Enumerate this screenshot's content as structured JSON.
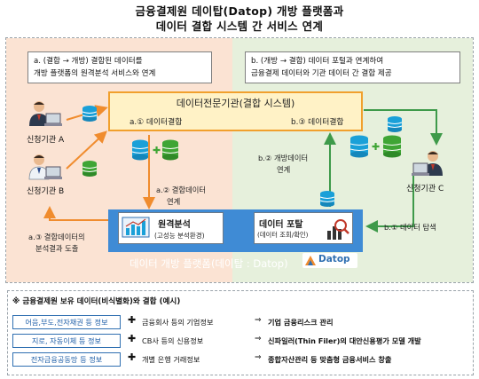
{
  "title": {
    "line1": "금융결제원 데이탑(Datop) 개방 플랫폼과",
    "line2": "데이터 결합 시스템 간 서비스 연계"
  },
  "left_panel": {
    "note_line1": "a. (결합 → 개방) 결합된 데이터를",
    "note_line2": "개방 플랫폼의 원격분석 서비스와 연계"
  },
  "right_panel": {
    "note_line1": "b. (개방 → 결합) 데이터 포털과 연계하여",
    "note_line2": "금융결제 데이터와 기관 데이터 간 결합 제공"
  },
  "combine_system": {
    "title": "데이터전문기관(결합 시스템)",
    "step_a1": "a.① 데이터결합",
    "step_b3": "b.③ 데이터결합"
  },
  "institutions": {
    "a": "신청기관 A",
    "b": "신청기관 B",
    "c": "신청기관 C"
  },
  "steps": {
    "a2_line1": "a.② 결합데이터",
    "a2_line2": "연계",
    "a3_line1": "a.③ 결합데이터의",
    "a3_line2": "분석결과 도출",
    "b2_line1": "b.② 개방데이터",
    "b2_line2": "연계",
    "b1": "b.① 데이터 탐색"
  },
  "platform": {
    "label": "데이터 개방 플랫폼(데이탑 : Datop)",
    "logo_text": "Datop",
    "remote_title": "원격분석",
    "remote_sub": "(고성능 분석환경)",
    "portal_title": "데이터 포탈",
    "portal_sub": "(데이터 조회/확인)"
  },
  "bottom": {
    "heading": "※ 금융결제원 보유 데이터(비식별화)와 결합 (예시)",
    "rows": [
      {
        "tag": "어음,부도,전자채권 등 정보",
        "partner": "금융회사 등의 기업정보",
        "result": "기업 금융리스크 관리"
      },
      {
        "tag": "지로, 자동이체 등 정보",
        "partner": "CB사 등의 신용정보",
        "result": "신파일러(Thin Filer)의 대안신용평가 모델 개발"
      },
      {
        "tag": "전자금융공동망 등 정보",
        "partner": "개별 은행 거래정보",
        "result": "종합자산관리 등 맞춤형 금융서비스 창출"
      }
    ],
    "plus": "✚",
    "arrow": "⇒"
  },
  "colors": {
    "left_panel": "#fbe3d3",
    "right_panel": "#e6f0dc",
    "combine_fill": "#fff2c6",
    "combine_border": "#f1a02d",
    "platform": "#3f8bd5",
    "db_blue": "#1aa0d8",
    "db_green": "#3fa535",
    "arrow_orange": "#f08c2e",
    "arrow_green": "#3e9a4a",
    "tag_blue": "#1f5fa8"
  }
}
